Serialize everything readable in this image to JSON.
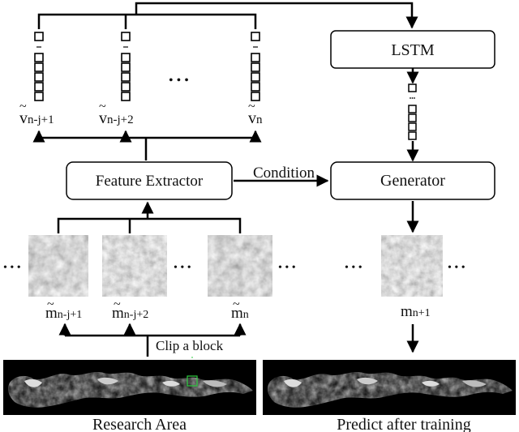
{
  "nodes": {
    "lstm": "LSTM",
    "feature_extractor": "Feature Extractor",
    "generator": "Generator"
  },
  "edges": {
    "condition": "Condition",
    "clip": "Clip a block"
  },
  "vectors": {
    "v1": {
      "base": "v",
      "sub": "n-j+1"
    },
    "v2": {
      "base": "v",
      "sub": "n-j+2"
    },
    "v3": {
      "base": "v",
      "sub": "n"
    }
  },
  "images": {
    "m1": {
      "base": "m",
      "sub": "n-j+1"
    },
    "m2": {
      "base": "m",
      "sub": "n-j+2"
    },
    "m3": {
      "base": "m",
      "sub": "n"
    },
    "m_out": {
      "base": "m",
      "sub": "n+1"
    }
  },
  "maps": {
    "research": "Research Area",
    "predict": "Predict after training"
  },
  "ellipsis": "• • •",
  "colors": {
    "line": "#000000",
    "tile_dark": "#3a3a3a",
    "map_bg": "#000000",
    "roi_box": "#2ecc40"
  }
}
